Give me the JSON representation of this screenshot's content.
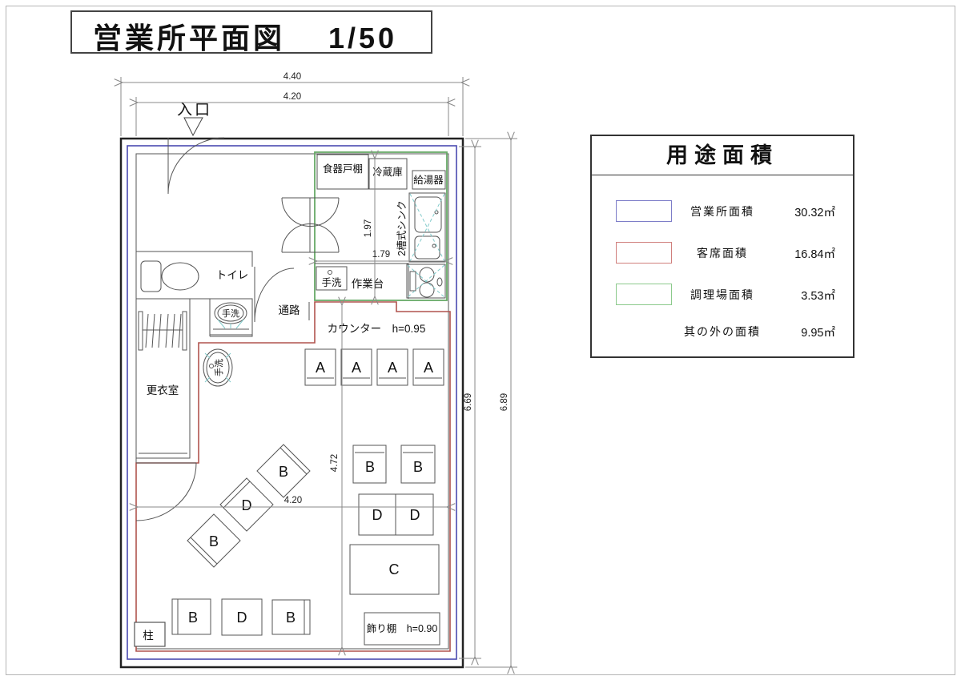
{
  "page": {
    "title": "営業所平面図　 1/50"
  },
  "plan": {
    "entrance_label": "入口",
    "rooms": {
      "toilet": "トイレ",
      "passage": "通路",
      "changing_room": "更衣室",
      "pillar": "柱"
    },
    "kitchen": {
      "cupboard": "食器戸棚",
      "fridge": "冷蔵庫",
      "water_heater": "給湯器",
      "sink": "2槽式シンク",
      "hand_wash": "手洗",
      "work_table": "作業台"
    },
    "fixtures": {
      "toilet_hand_wash": "手洗",
      "floor_hand_wash": "手洗"
    },
    "counter_label": "カウンター　h=0.95",
    "shelf_label": "飾り棚　h=0.90",
    "seat_labels": {
      "a": "A",
      "b": "B",
      "c": "C",
      "d": "D"
    },
    "dimensions": {
      "top_outer": "4.40",
      "top_inner": "4.20",
      "right_inner": "6.69",
      "right_outer": "6.89",
      "kitchen_height": "1.97",
      "kitchen_width": "1.79",
      "seating_height": "4.72",
      "seating_width": "4.20"
    }
  },
  "legend": {
    "title": "用途面積",
    "rows": [
      {
        "label": "営業所面積",
        "value": "30.32㎡",
        "swatch": "#7d7dc8"
      },
      {
        "label": "客席面積",
        "value": "16.84㎡",
        "swatch": "#d07f7c"
      },
      {
        "label": "調理場面積",
        "value": "3.53㎡",
        "swatch": "#8cca8c"
      },
      {
        "label": "其の外の面積",
        "value": "9.95㎡",
        "swatch": null
      }
    ]
  },
  "colors": {
    "office_boundary_blue": "#4a4ab0",
    "seating_boundary_red": "#b0544e",
    "kitchen_boundary_green": "#67a967",
    "fixture_dash_cyan": "#82cbcb"
  }
}
